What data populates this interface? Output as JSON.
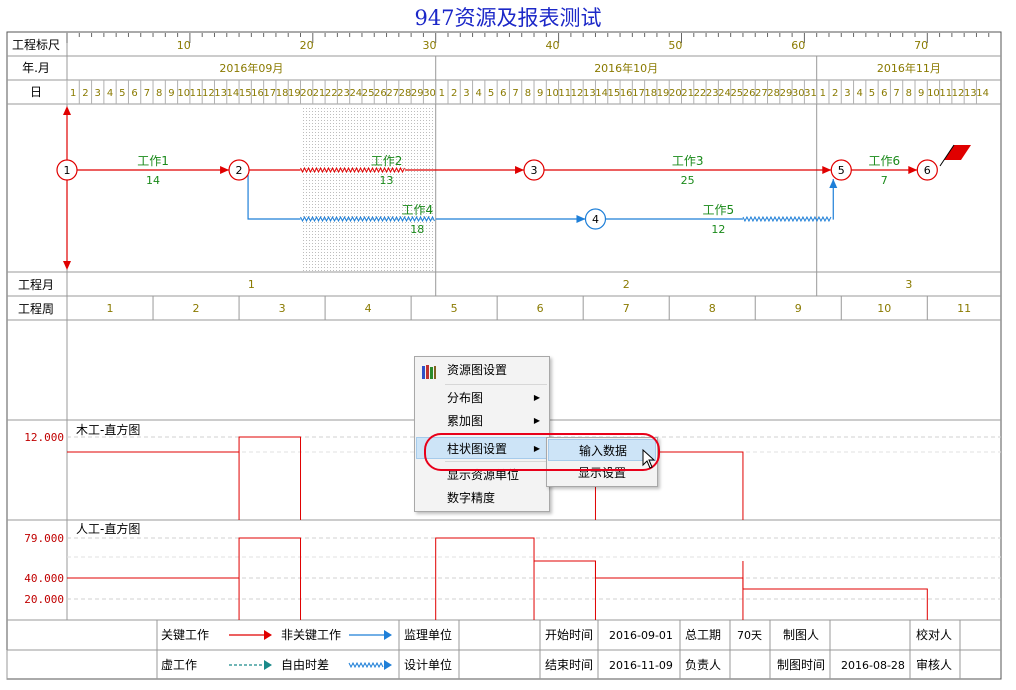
{
  "title": "947资源及报表测试",
  "rows": {
    "ruler_label": "工程标尺",
    "month_label": "年.月",
    "day_label": "日",
    "project_month_label": "工程月",
    "project_week_label": "工程周"
  },
  "ruler_ticks": [
    "10",
    "20",
    "30",
    "40",
    "50",
    "60",
    "70"
  ],
  "months": [
    "2016年09月",
    "2016年10月",
    "2016年11月"
  ],
  "project_months": [
    "1",
    "2",
    "3"
  ],
  "project_weeks": [
    "1",
    "2",
    "3",
    "4",
    "5",
    "6",
    "7",
    "8",
    "9",
    "10",
    "11"
  ],
  "nodes": [
    "1",
    "2",
    "3",
    "4",
    "5",
    "6"
  ],
  "tasks": [
    {
      "name": "工作1",
      "duration": "14"
    },
    {
      "name": "工作2",
      "duration": "13"
    },
    {
      "name": "工作3",
      "duration": "25"
    },
    {
      "name": "工作4",
      "duration": "18"
    },
    {
      "name": "工作5",
      "duration": "12"
    },
    {
      "name": "工作6",
      "duration": "7"
    }
  ],
  "resources": [
    {
      "name": "木工-直方图",
      "ticks": [
        "12.000"
      ]
    },
    {
      "name": "人工-直方图",
      "ticks": [
        "79.000",
        "40.000",
        "20.000"
      ]
    }
  ],
  "context_menu": {
    "items": [
      "资源图设置",
      "分布图",
      "累加图",
      "柱状图设置",
      "显示资源单位",
      "数字精度"
    ],
    "submenu": [
      "输入数据",
      "显示设置"
    ]
  },
  "legend": {
    "critical": "关键工作",
    "noncritical": "非关键工作",
    "dummy": "虚工作",
    "free_float": "自由时差"
  },
  "info_table": {
    "supervisor_label": "监理单位",
    "designer_label": "设计单位",
    "start_label": "开始时间",
    "start_value": "2016-09-01",
    "end_label": "结束时间",
    "end_value": "2016-11-09",
    "duration_label": "总工期",
    "duration_value": "70天",
    "owner_label": "负责人",
    "drawer_label": "制图人",
    "draw_time_label": "制图时间",
    "draw_time_value": "2016-08-28",
    "checker_label": "校对人",
    "reviewer_label": "审核人"
  },
  "colors": {
    "critical": "#e00000",
    "noncritical": "#1e7fd8",
    "label_green": "#1a8a1a",
    "grid": "#b0b0b0",
    "tick_text": "#8a7a00",
    "title": "#1c28c8"
  }
}
